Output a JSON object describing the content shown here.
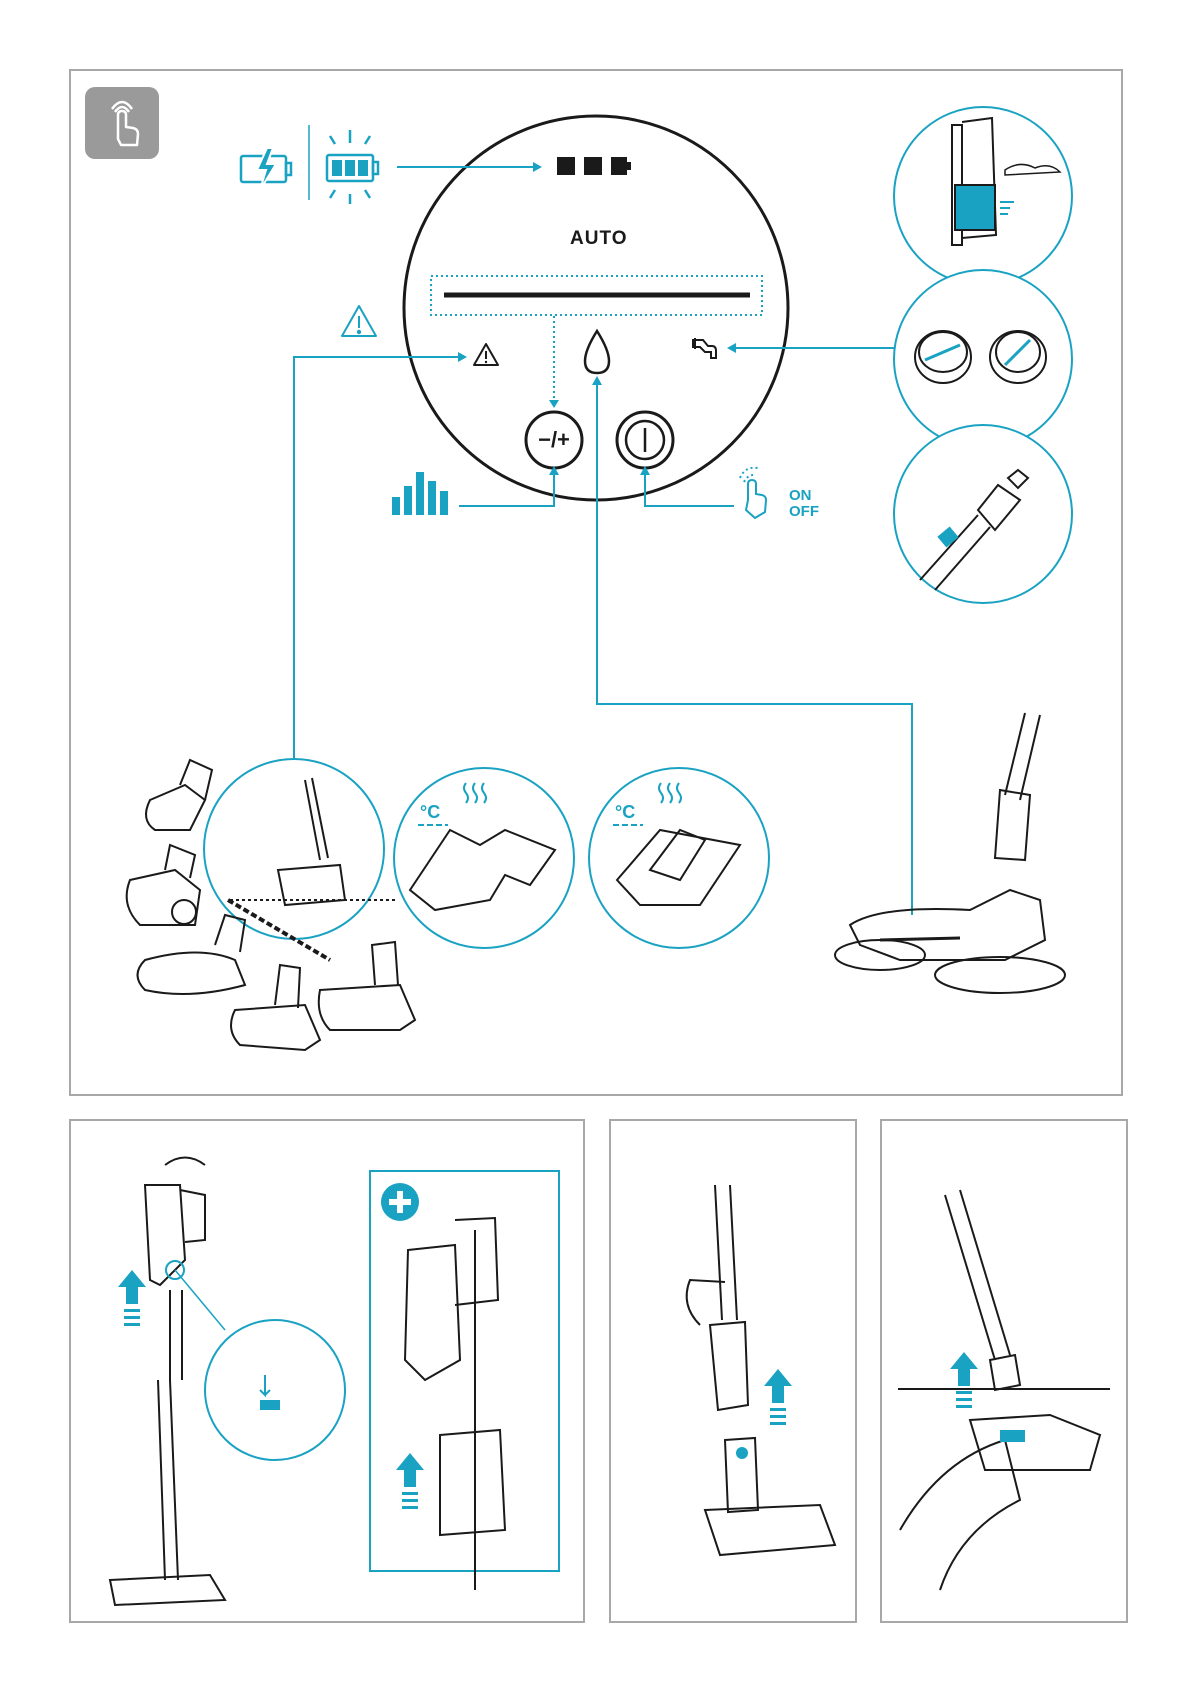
{
  "display": {
    "mode_label": "AUTO",
    "speed_control_label": "−/+",
    "power_toggle": [
      "ON",
      "OFF"
    ]
  },
  "colors": {
    "accent": "#1aa2c3",
    "line": "#1a1a1a",
    "frame": "#a8a8a8",
    "touch_icon_bg": "#9a9a9a"
  },
  "icons": [
    "touch-hand-icon",
    "charging-battery-icon",
    "battery-level-icon",
    "battery-bars-display-icon",
    "warning-icon",
    "water-drop-icon",
    "tap-icon",
    "power-button-icon",
    "speed-bars-icon",
    "tap-hand-icon",
    "plus-circle-icon",
    "up-arrow-icon"
  ]
}
